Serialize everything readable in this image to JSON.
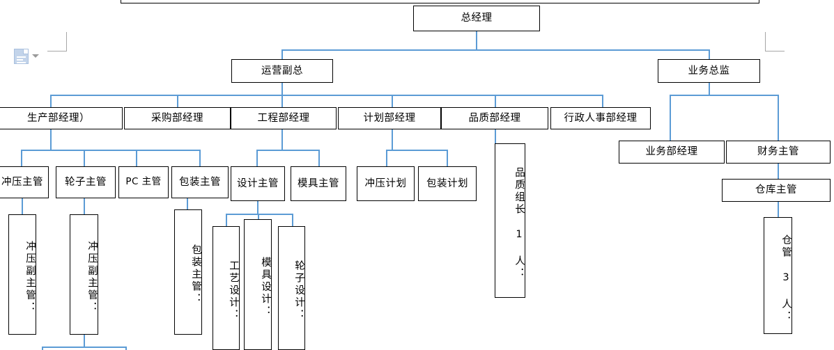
{
  "document": {
    "type": "organization-chart",
    "language": "zh-CN",
    "paste_icon": "paste-options-icon",
    "connector_color": "#5b9bd5",
    "box_border_color": "#000000",
    "margin_mark_color": "#a6a6a6"
  },
  "nodes": {
    "top_clipped": "",
    "general_manager": "总经理",
    "operations_vp": "运营副总",
    "business_director": "业务总监",
    "production_manager": "生产部经理）",
    "purchasing_manager": "采购部经理",
    "engineering_manager": "工程部经理",
    "planning_manager": "计划部经理",
    "quality_manager": "品质部经理",
    "admin_hr_manager": "行政人事部经理",
    "stamping_supervisor": "冲压主管",
    "wheel_supervisor": "轮子主管",
    "pc_supervisor": "PC 主管",
    "packaging_supervisor": "包装主管",
    "design_supervisor": "设计主管",
    "mold_supervisor": "模具主管",
    "stamping_plan": "冲压计划",
    "packaging_plan": "包装计划",
    "quality_leader": "品质组长 1 人：",
    "sales_manager": "业务部经理",
    "finance_supervisor": "财务主管",
    "warehouse_supervisor": "仓库主管",
    "stamping_deputy_1": "冲压副主管：",
    "stamping_deputy_2": "冲压副主管：",
    "packaging_supervisor_detail": "包装主管：",
    "process_design": "工艺设计：",
    "mold_design": "模具设计：",
    "wheel_design": "轮子设计：",
    "warehouse_keeper": "仓管 3 人："
  }
}
